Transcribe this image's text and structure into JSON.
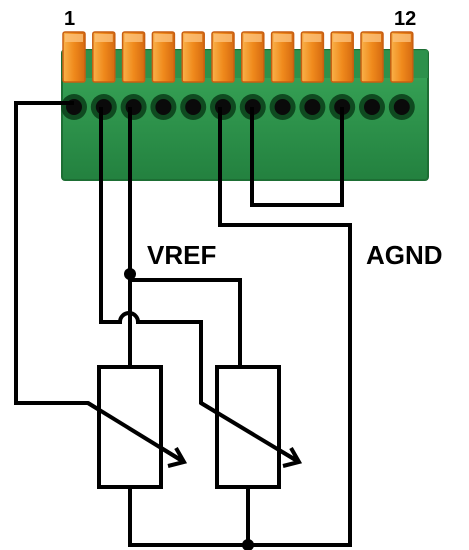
{
  "terminal_block": {
    "pin_first_label": "1",
    "pin_last_label": "12",
    "pin_count": 12
  },
  "net_labels": {
    "vref": "VREF",
    "agnd": "AGND"
  },
  "colors": {
    "block_body": "#2f9a4f",
    "block_body_dark": "#1d6e34",
    "socket_ring": "#0f4a20",
    "socket_hole": "#0a0a0a",
    "lever": "#f7a030",
    "lever_dark": "#c85f12",
    "wire": "#000000"
  },
  "components": [
    {
      "type": "potentiometer",
      "name": "pot-left"
    },
    {
      "type": "potentiometer",
      "name": "pot-right"
    }
  ]
}
